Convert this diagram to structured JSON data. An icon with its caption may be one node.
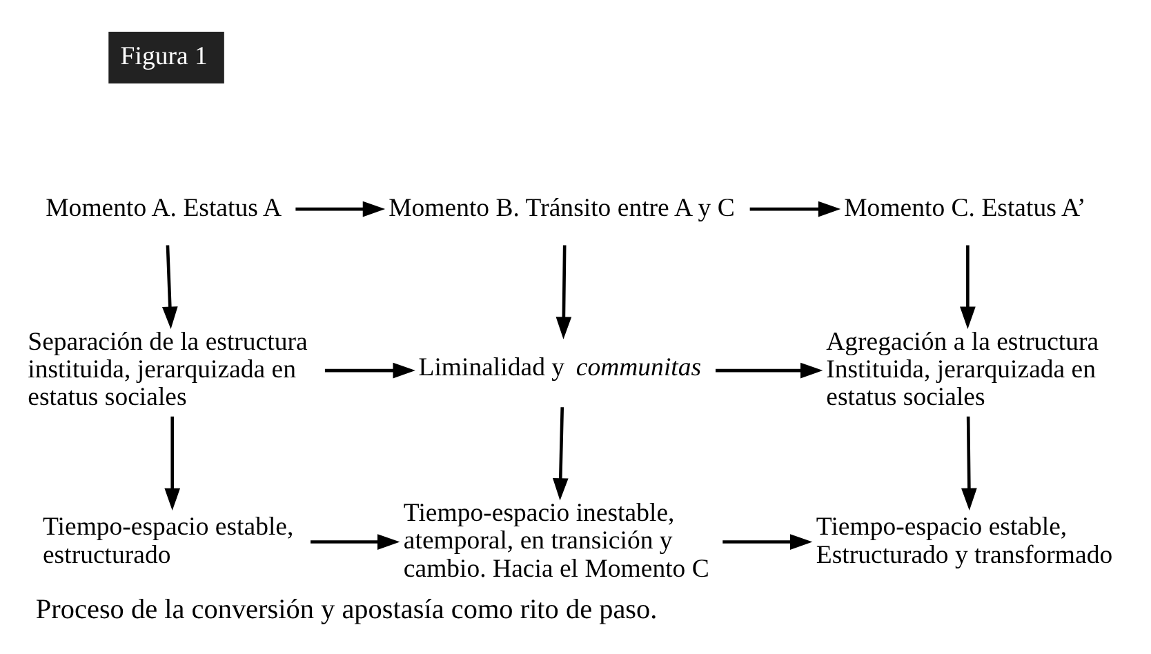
{
  "diagram": {
    "title": "Figura 1",
    "caption": "Proceso de la conversión y apostasía como rito de paso.",
    "nodes": [
      {
        "text": [
          "Momento A. Estatus A"
        ]
      },
      {
        "text": [
          "Momento B. Tránsito entre A y C"
        ]
      },
      {
        "text": [
          "Momento C. Estatus A’"
        ]
      },
      {
        "text": [
          "Separación de la estructura instituida, jerarquizada en estatus sociales"
        ]
      },
      {
        "text": [
          "Liminalidad y *communitas*"
        ]
      },
      {
        "text": [
          "Agregación a la estructura Instituida, jerarquizada en estatus sociales"
        ]
      },
      {
        "text": [
          "Tiempo-espacio estable, estructurado"
        ]
      },
      {
        "text": [
          "Tiempo-espacio inestable, atemporal, en transición y cambio. Hacia el Momento C"
        ]
      },
      {
        "text": [
          "Tiempo-espacio estable, Estructurado y transformado"
        ]
      }
    ],
    "edges": [
      {
        "from": 0,
        "to": 1,
        "arrow": "to"
      },
      {
        "from": 1,
        "to": 2,
        "arrow": "to"
      },
      {
        "from": 0,
        "to": 3,
        "arrow": "to"
      },
      {
        "from": 1,
        "to": 4,
        "arrow": "to"
      },
      {
        "from": 2,
        "to": 5,
        "arrow": "to"
      },
      {
        "from": 3,
        "to": 4,
        "arrow": "to"
      },
      {
        "from": 4,
        "to": 5,
        "arrow": "to"
      },
      {
        "from": 3,
        "to": 6,
        "arrow": "to"
      },
      {
        "from": 4,
        "to": 7,
        "arrow": "to"
      },
      {
        "from": 5,
        "to": 8,
        "arrow": "to"
      },
      {
        "from": 6,
        "to": 7,
        "arrow": "to"
      },
      {
        "from": 7,
        "to": 8,
        "arrow": "to"
      }
    ]
  }
}
